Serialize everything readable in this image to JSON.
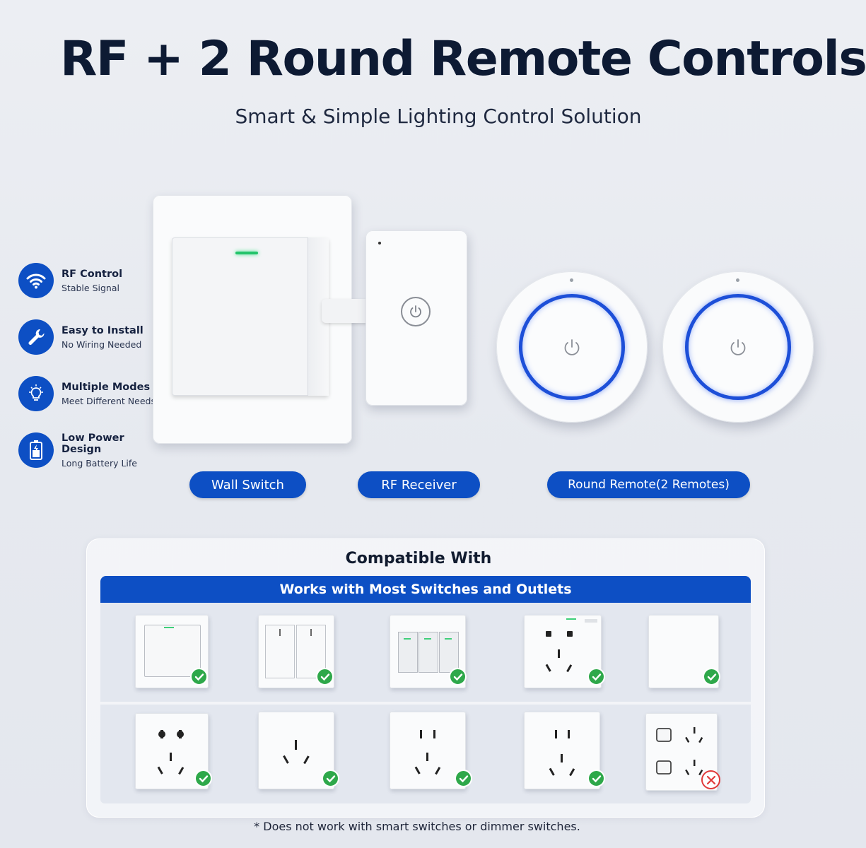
{
  "header": {
    "title": "RF + 2 Round Remote Controls",
    "subtitle": "Smart & Simple Lighting Control Solution"
  },
  "features": [
    {
      "icon": "wifi-icon",
      "title": "RF Control",
      "desc": "Stable Signal"
    },
    {
      "icon": "wrench-icon",
      "title": "Easy to Install",
      "desc": "No Wiring Needed"
    },
    {
      "icon": "lightbulb-icon",
      "title": "Multiple Modes",
      "desc": "Meet Different Needs"
    },
    {
      "icon": "battery-icon",
      "title": "Low Power Design",
      "desc": "Long Battery Life"
    }
  ],
  "products": {
    "wall_switch": "Wall Switch",
    "rf_receiver": "RF Receiver",
    "round_remote": "Round Remote",
    "round_remote_sub": " (2 Remotes)"
  },
  "compatibility": {
    "heading": "Compatible With",
    "banner": "Works with Most Switches and Outlets",
    "row1": [
      {
        "type": "1-gang-switch",
        "compatible": true
      },
      {
        "type": "2-gang-switch",
        "compatible": true
      },
      {
        "type": "3-gang-switch",
        "compatible": true
      },
      {
        "type": "5-hole-outlet-with-switch",
        "compatible": true
      },
      {
        "type": "blank-plate",
        "compatible": true
      }
    ],
    "row2": [
      {
        "type": "5-hole-outlet-round-2pin",
        "compatible": true
      },
      {
        "type": "3-hole-outlet",
        "compatible": true
      },
      {
        "type": "5-hole-outlet-flat",
        "compatible": true
      },
      {
        "type": "5-hole-outlet-flat-2",
        "compatible": true
      },
      {
        "type": "outlet-with-smart-switches",
        "compatible": false
      }
    ]
  },
  "footnote": "* Does not work with smart switches or dimmer switches.",
  "colors": {
    "accent": "#0d4fc4",
    "ring": "#1d4fd8",
    "check": "#2ea84a",
    "cross": "#e03a3a",
    "led": "#23c46a"
  }
}
